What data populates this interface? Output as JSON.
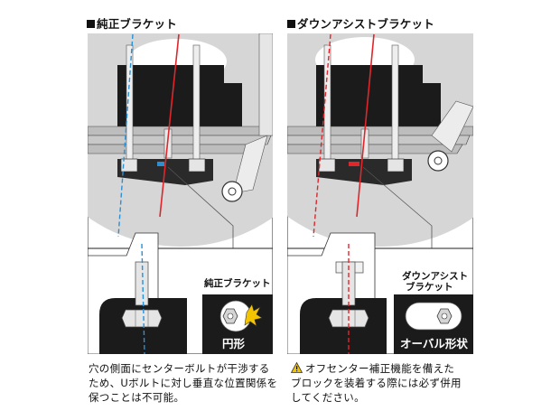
{
  "left": {
    "title": "純正ブラケット",
    "bracket_label": "純正ブラケット",
    "hole_label": "円形",
    "caption": [
      "穴の側面にセンターボルトが干渉する",
      "ため、Uボルトに対し垂直な位置関係を",
      "保つことは不可能。"
    ]
  },
  "right": {
    "title": "ダウンアシストブラケット",
    "bracket_label": [
      "ダウンアシスト",
      "ブラケット"
    ],
    "hole_label": "オーバル形状",
    "caption": [
      "オフセンター補正機能を備えた",
      "ブロックを装着する際には必ず併用",
      "してください。"
    ]
  },
  "colors": {
    "axis_red": "#e0262b",
    "axis_blue": "#2b8fd4",
    "interference": "#f5c400",
    "panel_dark": "#1b1b1b",
    "background_gray": "#d9d9d9"
  }
}
